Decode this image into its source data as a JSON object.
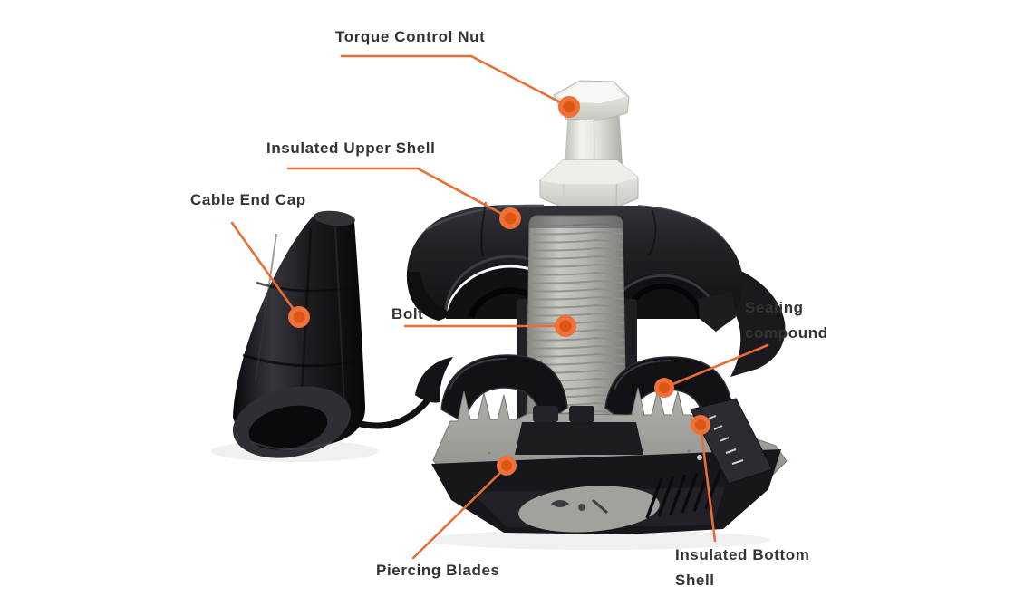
{
  "callouts": [
    {
      "id": "torque-control-nut",
      "lines": [
        "Torque Control Nut"
      ]
    },
    {
      "id": "insulated-upper-shell",
      "lines": [
        "Insulated Upper Shell"
      ]
    },
    {
      "id": "cable-end-cap",
      "lines": [
        "Cable End Cap"
      ]
    },
    {
      "id": "bolt",
      "lines": [
        "Bolt"
      ]
    },
    {
      "id": "sealing-compound",
      "lines": [
        "Sealing",
        "compound"
      ]
    },
    {
      "id": "piercing-blades",
      "lines": [
        "Piercing Blades"
      ]
    },
    {
      "id": "insulated-bottom-shell",
      "lines": [
        "Insulated Bottom",
        "Shell"
      ]
    }
  ],
  "colors": {
    "background": "#FFFFFF",
    "label_text": "#333333",
    "callout_line": "#E96D35",
    "callout_dot_outer": "#EF7038",
    "callout_dot_inner": "#DC5714",
    "nut_silver": "#E2E2DC",
    "bolt_gray": "#B5B5B0",
    "shell_black": "#1C1C20",
    "blade_gray": "#9B9B96"
  }
}
